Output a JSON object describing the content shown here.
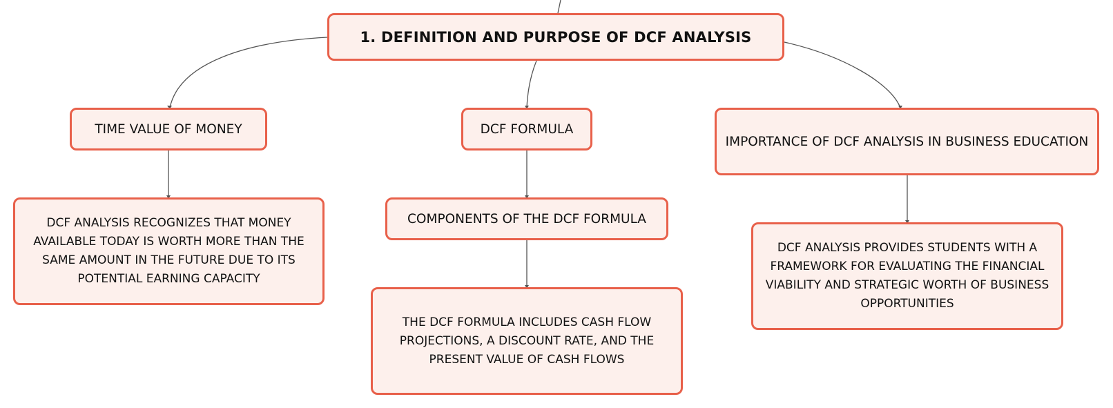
{
  "diagram": {
    "colors": {
      "node_fill": "#fdf0ec",
      "node_border": "#e8604a",
      "text": "#111111",
      "connector": "#555555"
    },
    "root": {
      "label": "1. DEFINITION AND PURPOSE OF DCF ANALYSIS"
    },
    "topics": [
      {
        "label": "TIME VALUE OF MONEY",
        "detail": "DCF ANALYSIS RECOGNIZES THAT MONEY AVAILABLE TODAY IS WORTH MORE THAN THE SAME AMOUNT IN THE FUTURE DUE TO ITS POTENTIAL EARNING CAPACITY"
      },
      {
        "label": "DCF FORMULA",
        "subtopic": "COMPONENTS OF THE DCF FORMULA",
        "detail": "THE DCF FORMULA INCLUDES CASH FLOW PROJECTIONS, A DISCOUNT RATE, AND THE PRESENT VALUE OF CASH FLOWS"
      },
      {
        "label": "IMPORTANCE OF DCF ANALYSIS IN BUSINESS EDUCATION",
        "detail": "DCF ANALYSIS PROVIDES STUDENTS WITH A FRAMEWORK FOR EVALUATING THE FINANCIAL VIABILITY AND STRATEGIC WORTH OF BUSINESS OPPORTUNITIES"
      }
    ]
  }
}
